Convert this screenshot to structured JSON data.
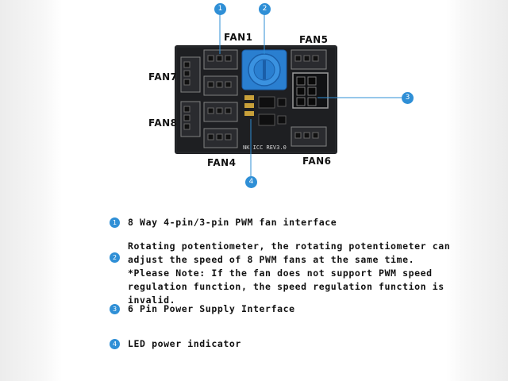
{
  "diagram": {
    "fan_labels": [
      "FAN1",
      "FAN5",
      "FAN7",
      "FAN8",
      "FAN4",
      "FAN6"
    ],
    "markers": [
      "1",
      "2",
      "3",
      "4"
    ],
    "board_silkscreen": "NK ICC REV3.0"
  },
  "legend": [
    {
      "marker": "1",
      "text": "8 Way 4-pin/3-pin PWM fan interface"
    },
    {
      "marker": "2",
      "text": "Rotating potentiometer, the rotating potentiometer can\nadjust the speed of 8 PWM fans at the same time.\n*Please Note: If the fan does not support PWM speed\nregulation function, the speed regulation function is invalid."
    },
    {
      "marker": "3",
      "text": "6 Pin Power Supply Interface"
    },
    {
      "marker": "4",
      "text": "LED power indicator"
    }
  ],
  "colors": {
    "accent": "#2f8fd6",
    "board": "#1e1f22",
    "knob": "#2a7fd0"
  }
}
